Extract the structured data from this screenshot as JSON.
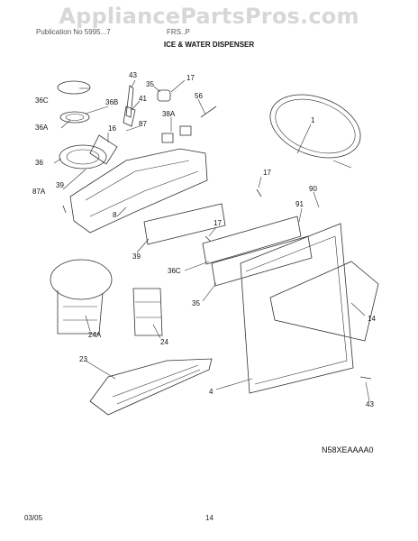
{
  "watermark": "AppliancePartsPros.com",
  "header": {
    "publication": "Publication No 5995...7",
    "model": "FRS..P"
  },
  "title": "ICE & WATER DISPENSER",
  "diagram_code": "N58XEAAAA0",
  "footer": {
    "date": "03/05",
    "page": "14"
  },
  "callouts": [
    "43",
    "17",
    "35",
    "56",
    "41",
    "87",
    "36C",
    "36B",
    "36A",
    "16",
    "36",
    "38A",
    "1",
    "87A",
    "17",
    "90",
    "91",
    "17",
    "8",
    "39",
    "36C",
    "35",
    "24A",
    "24",
    "14",
    "23",
    "4",
    "43"
  ]
}
